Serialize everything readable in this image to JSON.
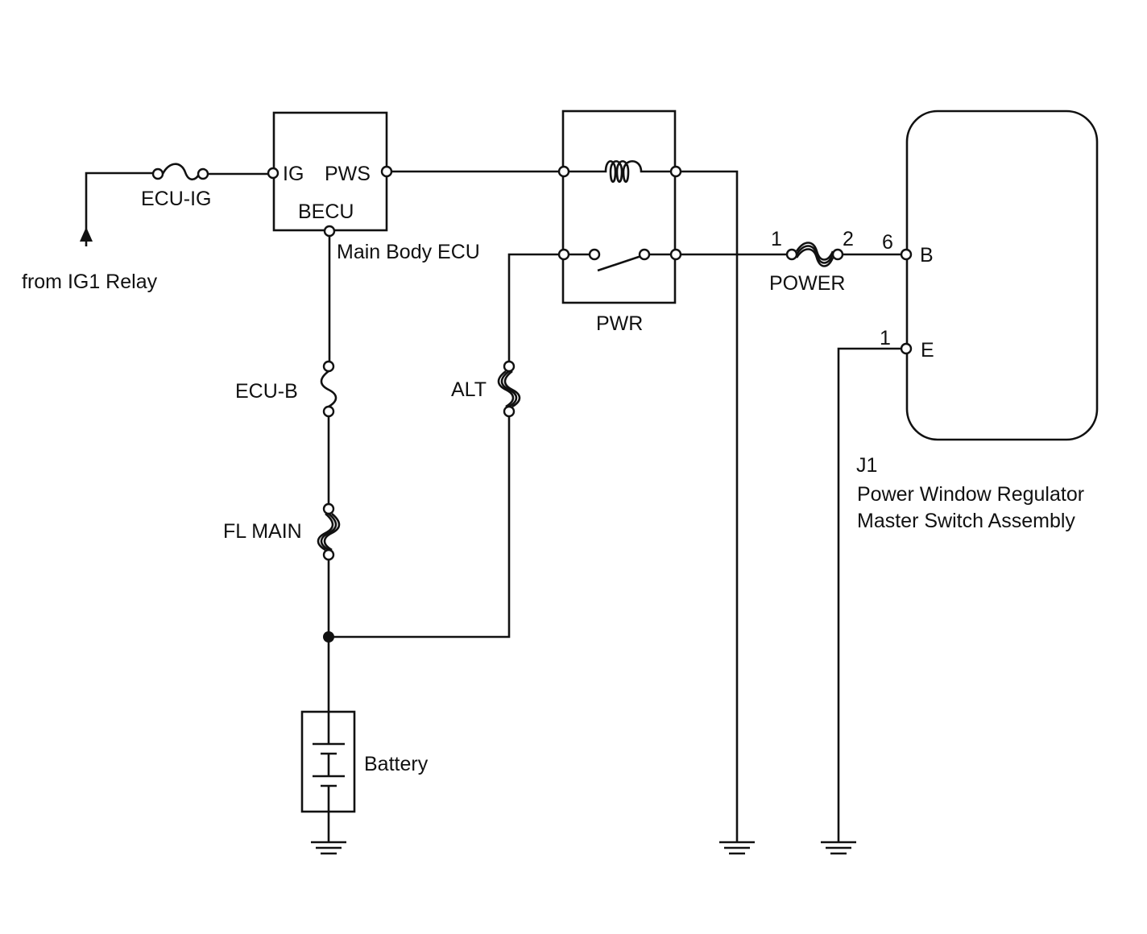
{
  "source": {
    "label": "from IG1 Relay"
  },
  "fuses": {
    "ecu_ig": "ECU-IG",
    "ecu_b": "ECU-B",
    "alt": "ALT",
    "fl_main": "FL MAIN",
    "power": "POWER"
  },
  "ecu": {
    "name": "Main Body ECU",
    "pin_ig": "IG",
    "pin_pws": "PWS",
    "pin_becu": "BECU"
  },
  "relay": {
    "name": "PWR"
  },
  "power_fuse_pins": {
    "left": "1",
    "right": "2"
  },
  "switch_assembly": {
    "code": "J1",
    "name_line1": "Power Window Regulator",
    "name_line2": "Master Switch Assembly",
    "pin_b_number": "6",
    "pin_b_label": "B",
    "pin_e_number": "1",
    "pin_e_label": "E"
  },
  "battery": {
    "label": "Battery"
  }
}
